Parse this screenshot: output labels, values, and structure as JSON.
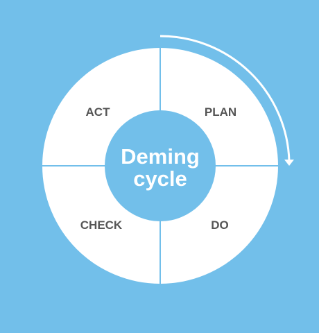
{
  "diagram": {
    "center_title": {
      "line1": "Deming",
      "line2": "cycle"
    },
    "quadrants": {
      "plan": "PLAN",
      "do": "DO",
      "check": "CHECK",
      "act": "ACT"
    },
    "direction": "clockwise"
  },
  "colors": {
    "background": "#72BFEA",
    "ring": "#FFFFFF",
    "center": "#72BFEA",
    "divider": "#72BFEA",
    "label_text": "#555555",
    "center_text": "#FFFFFF",
    "arrow": "#FFFFFF"
  }
}
